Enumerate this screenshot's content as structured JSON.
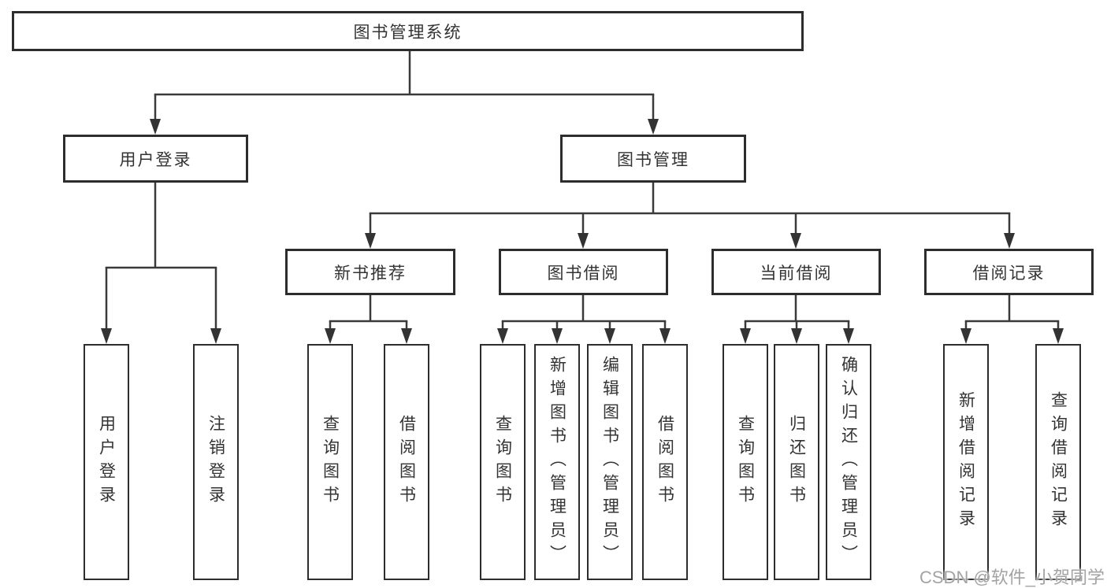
{
  "diagram_type": "hierarchy-tree",
  "tree": {
    "label": "图书管理系统",
    "children": [
      {
        "label": "用户登录",
        "children": [
          {
            "label": "用户登录"
          },
          {
            "label": "注销登录"
          }
        ]
      },
      {
        "label": "图书管理",
        "children": [
          {
            "label": "新书推荐",
            "children": [
              {
                "label": "查询图书"
              },
              {
                "label": "借阅图书"
              }
            ]
          },
          {
            "label": "图书借阅",
            "children": [
              {
                "label": "查询图书"
              },
              {
                "label": "新增图书（管理员）"
              },
              {
                "label": "编辑图书（管理员）"
              },
              {
                "label": "借阅图书"
              }
            ]
          },
          {
            "label": "当前借阅",
            "children": [
              {
                "label": "查询图书"
              },
              {
                "label": "归还图书"
              },
              {
                "label": "确认归还（管理员）"
              }
            ]
          },
          {
            "label": "借阅记录",
            "children": [
              {
                "label": "新增借阅记录"
              },
              {
                "label": "查询借阅记录"
              }
            ]
          }
        ]
      }
    ]
  },
  "watermark": "CSDN @软件_小贺同学",
  "colors": {
    "background": "#ffffff",
    "box_border": "#2d2d2d",
    "connector_line": "#3a3a3a",
    "text": "#333333",
    "watermark_text": "#a3a3a3"
  }
}
